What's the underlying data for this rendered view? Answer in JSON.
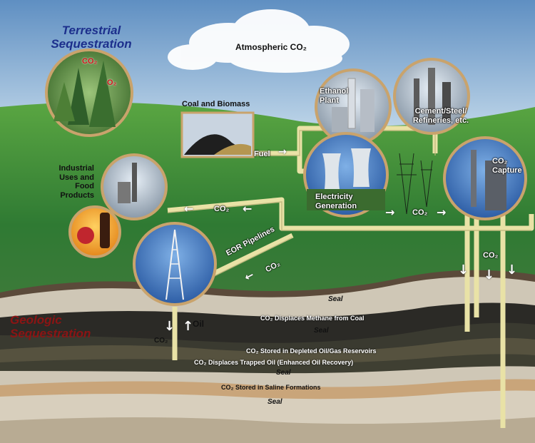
{
  "titles": {
    "terrestrial": "Terrestrial Sequestration",
    "geologic": "Geologic Sequestration"
  },
  "labels": {
    "atmospheric": "Atmospheric CO₂",
    "coal_biomass": "Coal and Biomass",
    "fuel": "Fuel",
    "ethanol": "Ethanol Plant",
    "cement": "Cement/Steel/ Refineries, etc.",
    "electricity": "Electricity Generation",
    "co2_capture": "CO₂ Capture",
    "industrial": "Industrial Uses and Food Products",
    "eor": "EOR Pipelines",
    "oil": "Oil",
    "co2": "CO₂",
    "o2": "O₂"
  },
  "layers": {
    "seal_top": "Seal",
    "methane": "CO₂ Displaces Methane from Coal",
    "seal_2": "Seal",
    "depleted": "CO₂ Stored in Depleted Oil/Gas Reservoirs",
    "eor_layer": "CO₂ Displaces Trapped Oil (Enhanced Oil Recovery)",
    "seal_3": "Seal",
    "saline": "CO₂ Stored in Saline Formations",
    "seal_4": "Seal"
  },
  "colors": {
    "sky": "#7fa8d0",
    "grass": "#3f8a36",
    "pipe": "#e9e2a6",
    "seal_rock": "#cfc7b6",
    "coal_seam": "#2b2a26",
    "sand": "#c9a57a",
    "title_blue": "#1c2f8c",
    "title_red": "#8b1414"
  }
}
